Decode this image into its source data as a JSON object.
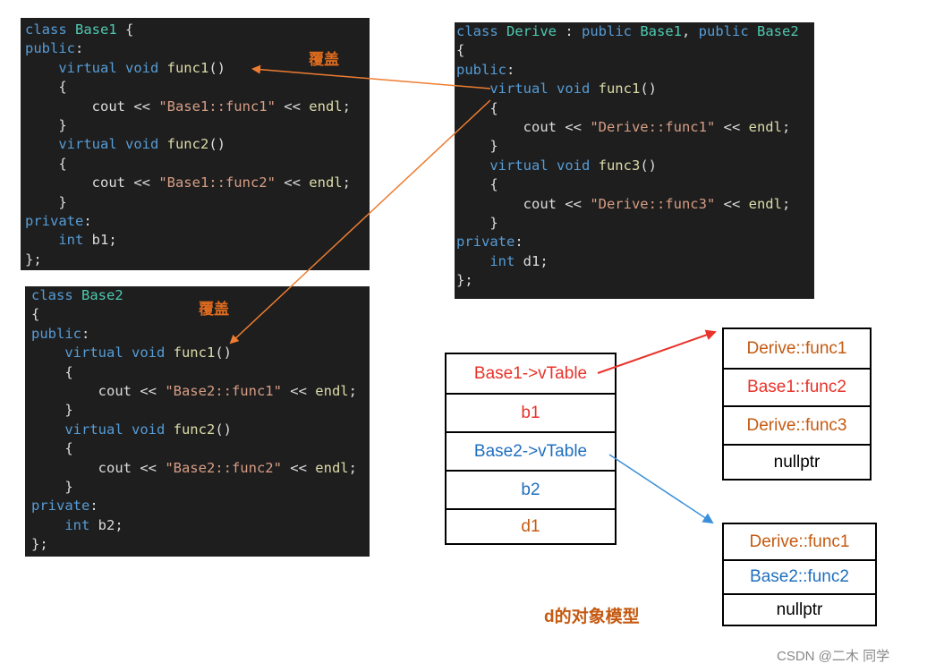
{
  "base1_panel": {
    "lines": [
      {
        "parts": [
          {
            "t": "class ",
            "c": "kw"
          },
          {
            "t": "Base1",
            "c": "ty"
          },
          {
            "t": " {",
            "c": ""
          }
        ]
      },
      {
        "parts": [
          {
            "t": "public",
            "c": "kw"
          },
          {
            "t": ":",
            "c": ""
          }
        ]
      },
      {
        "parts": [
          {
            "t": "    virtual void ",
            "c": "kw"
          },
          {
            "t": "func1",
            "c": "fn"
          },
          {
            "t": "()",
            "c": ""
          }
        ]
      },
      {
        "parts": [
          {
            "t": "    {",
            "c": ""
          }
        ]
      },
      {
        "parts": [
          {
            "t": "        cout << ",
            "c": ""
          },
          {
            "t": "\"Base1::func1\"",
            "c": "st"
          },
          {
            "t": " << ",
            "c": ""
          },
          {
            "t": "endl",
            "c": "fn"
          },
          {
            "t": ";",
            "c": ""
          }
        ]
      },
      {
        "parts": [
          {
            "t": "    }",
            "c": ""
          }
        ]
      },
      {
        "parts": [
          {
            "t": "    virtual void ",
            "c": "kw"
          },
          {
            "t": "func2",
            "c": "fn"
          },
          {
            "t": "()",
            "c": ""
          }
        ]
      },
      {
        "parts": [
          {
            "t": "    {",
            "c": ""
          }
        ]
      },
      {
        "parts": [
          {
            "t": "        cout << ",
            "c": ""
          },
          {
            "t": "\"Base1::func2\"",
            "c": "st"
          },
          {
            "t": " << ",
            "c": ""
          },
          {
            "t": "endl",
            "c": "fn"
          },
          {
            "t": ";",
            "c": ""
          }
        ]
      },
      {
        "parts": [
          {
            "t": "    }",
            "c": ""
          }
        ]
      },
      {
        "parts": [
          {
            "t": "private",
            "c": "kw"
          },
          {
            "t": ":",
            "c": ""
          }
        ]
      },
      {
        "parts": [
          {
            "t": "    int ",
            "c": "kw"
          },
          {
            "t": "b1;",
            "c": ""
          }
        ]
      },
      {
        "parts": [
          {
            "t": "};",
            "c": ""
          }
        ]
      }
    ]
  },
  "base2_panel": {
    "lines": [
      {
        "parts": [
          {
            "t": "class ",
            "c": "kw"
          },
          {
            "t": "Base2",
            "c": "ty"
          }
        ]
      },
      {
        "parts": [
          {
            "t": "{",
            "c": ""
          }
        ]
      },
      {
        "parts": [
          {
            "t": "public",
            "c": "kw"
          },
          {
            "t": ":",
            "c": ""
          }
        ]
      },
      {
        "parts": [
          {
            "t": "    virtual void ",
            "c": "kw"
          },
          {
            "t": "func1",
            "c": "fn"
          },
          {
            "t": "()",
            "c": ""
          }
        ]
      },
      {
        "parts": [
          {
            "t": "    {",
            "c": ""
          }
        ]
      },
      {
        "parts": [
          {
            "t": "        cout << ",
            "c": ""
          },
          {
            "t": "\"Base2::func1\"",
            "c": "st"
          },
          {
            "t": " << ",
            "c": ""
          },
          {
            "t": "endl",
            "c": "fn"
          },
          {
            "t": ";",
            "c": ""
          }
        ]
      },
      {
        "parts": [
          {
            "t": "    }",
            "c": ""
          }
        ]
      },
      {
        "parts": [
          {
            "t": "    virtual void ",
            "c": "kw"
          },
          {
            "t": "func2",
            "c": "fn"
          },
          {
            "t": "()",
            "c": ""
          }
        ]
      },
      {
        "parts": [
          {
            "t": "    {",
            "c": ""
          }
        ]
      },
      {
        "parts": [
          {
            "t": "        cout << ",
            "c": ""
          },
          {
            "t": "\"Base2::func2\"",
            "c": "st"
          },
          {
            "t": " << ",
            "c": ""
          },
          {
            "t": "endl",
            "c": "fn"
          },
          {
            "t": ";",
            "c": ""
          }
        ]
      },
      {
        "parts": [
          {
            "t": "    }",
            "c": ""
          }
        ]
      },
      {
        "parts": [
          {
            "t": "private",
            "c": "kw"
          },
          {
            "t": ":",
            "c": ""
          }
        ]
      },
      {
        "parts": [
          {
            "t": "    int ",
            "c": "kw"
          },
          {
            "t": "b2;",
            "c": ""
          }
        ]
      },
      {
        "parts": [
          {
            "t": "};",
            "c": ""
          }
        ]
      }
    ]
  },
  "derive_panel": {
    "lines": [
      {
        "parts": [
          {
            "t": "class ",
            "c": "kw"
          },
          {
            "t": "Derive",
            "c": "ty"
          },
          {
            "t": " : ",
            "c": ""
          },
          {
            "t": "public ",
            "c": "kw"
          },
          {
            "t": "Base1",
            "c": "ty"
          },
          {
            "t": ", ",
            "c": ""
          },
          {
            "t": "public ",
            "c": "kw"
          },
          {
            "t": "Base2",
            "c": "ty"
          }
        ]
      },
      {
        "parts": [
          {
            "t": "{",
            "c": ""
          }
        ]
      },
      {
        "parts": [
          {
            "t": "public",
            "c": "kw"
          },
          {
            "t": ":",
            "c": ""
          }
        ]
      },
      {
        "parts": [
          {
            "t": "    virtual void ",
            "c": "kw"
          },
          {
            "t": "func1",
            "c": "fn"
          },
          {
            "t": "()",
            "c": ""
          }
        ]
      },
      {
        "parts": [
          {
            "t": "    {",
            "c": ""
          }
        ]
      },
      {
        "parts": [
          {
            "t": "        cout << ",
            "c": ""
          },
          {
            "t": "\"Derive::func1\"",
            "c": "st"
          },
          {
            "t": " << ",
            "c": ""
          },
          {
            "t": "endl",
            "c": "fn"
          },
          {
            "t": ";",
            "c": ""
          }
        ]
      },
      {
        "parts": [
          {
            "t": "    }",
            "c": ""
          }
        ]
      },
      {
        "parts": [
          {
            "t": "    virtual void ",
            "c": "kw"
          },
          {
            "t": "func3",
            "c": "fn"
          },
          {
            "t": "()",
            "c": ""
          }
        ]
      },
      {
        "parts": [
          {
            "t": "    {",
            "c": ""
          }
        ]
      },
      {
        "parts": [
          {
            "t": "        cout << ",
            "c": ""
          },
          {
            "t": "\"Derive::func3\"",
            "c": "st"
          },
          {
            "t": " << ",
            "c": ""
          },
          {
            "t": "endl",
            "c": "fn"
          },
          {
            "t": ";",
            "c": ""
          }
        ]
      },
      {
        "parts": [
          {
            "t": "    }",
            "c": ""
          }
        ]
      },
      {
        "parts": [
          {
            "t": "private",
            "c": "kw"
          },
          {
            "t": ":",
            "c": ""
          }
        ]
      },
      {
        "parts": [
          {
            "t": "    int ",
            "c": "kw"
          },
          {
            "t": "d1;",
            "c": ""
          }
        ]
      },
      {
        "parts": [
          {
            "t": "};",
            "c": ""
          }
        ]
      }
    ]
  },
  "labels": {
    "cover1": "覆盖",
    "cover2": "覆盖"
  },
  "object_model": {
    "cells": [
      {
        "text": "Base1->vTable",
        "color": "#e8332a"
      },
      {
        "text": "b1",
        "color": "#e8332a"
      },
      {
        "text": "Base2->vTable",
        "color": "#1f6fbf"
      },
      {
        "text": "b2",
        "color": "#1f6fbf"
      },
      {
        "text": "d1",
        "color": "#c55a11"
      }
    ],
    "caption": "d的对象模型"
  },
  "vtable1": {
    "entries": [
      {
        "text": "Derive::func1",
        "color": "#c55a11"
      },
      {
        "text": "Base1::func2",
        "color": "#e8332a"
      },
      {
        "text": "Derive::func3",
        "color": "#c55a11"
      },
      {
        "text": "nullptr",
        "color": "#000000"
      }
    ]
  },
  "vtable2": {
    "entries": [
      {
        "text": "Derive::func1",
        "color": "#c55a11"
      },
      {
        "text": "Base2::func2",
        "color": "#1f6fbf"
      },
      {
        "text": "nullptr",
        "color": "#000000"
      }
    ]
  },
  "arrow_colors": {
    "orange": "#ed7d31",
    "red": "#e8332a",
    "blue": "#3b8fd9"
  },
  "watermark": "CSDN @二木 同学"
}
